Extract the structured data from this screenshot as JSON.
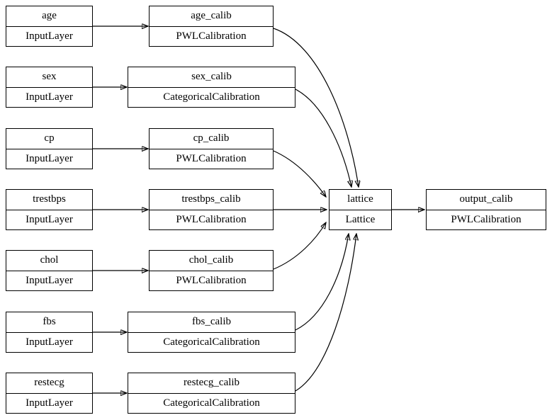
{
  "diagram": {
    "title": "keras-model-graph",
    "rows": [
      {
        "input": {
          "label": "age",
          "type": "InputLayer"
        },
        "calib": {
          "label": "age_calib",
          "type": "PWLCalibration"
        }
      },
      {
        "input": {
          "label": "sex",
          "type": "InputLayer"
        },
        "calib": {
          "label": "sex_calib",
          "type": "CategoricalCalibration"
        }
      },
      {
        "input": {
          "label": "cp",
          "type": "InputLayer"
        },
        "calib": {
          "label": "cp_calib",
          "type": "PWLCalibration"
        }
      },
      {
        "input": {
          "label": "trestbps",
          "type": "InputLayer"
        },
        "calib": {
          "label": "trestbps_calib",
          "type": "PWLCalibration"
        }
      },
      {
        "input": {
          "label": "chol",
          "type": "InputLayer"
        },
        "calib": {
          "label": "chol_calib",
          "type": "PWLCalibration"
        }
      },
      {
        "input": {
          "label": "fbs",
          "type": "InputLayer"
        },
        "calib": {
          "label": "fbs_calib",
          "type": "CategoricalCalibration"
        }
      },
      {
        "input": {
          "label": "restecg",
          "type": "InputLayer"
        },
        "calib": {
          "label": "restecg_calib",
          "type": "CategoricalCalibration"
        }
      }
    ],
    "lattice": {
      "label": "lattice",
      "type": "Lattice"
    },
    "output": {
      "label": "output_calib",
      "type": "PWLCalibration"
    },
    "colors": {
      "background": "#ffffff",
      "node_fill": "#ffffff",
      "node_border": "#000000",
      "edge": "#000000",
      "text": "#000000"
    }
  }
}
